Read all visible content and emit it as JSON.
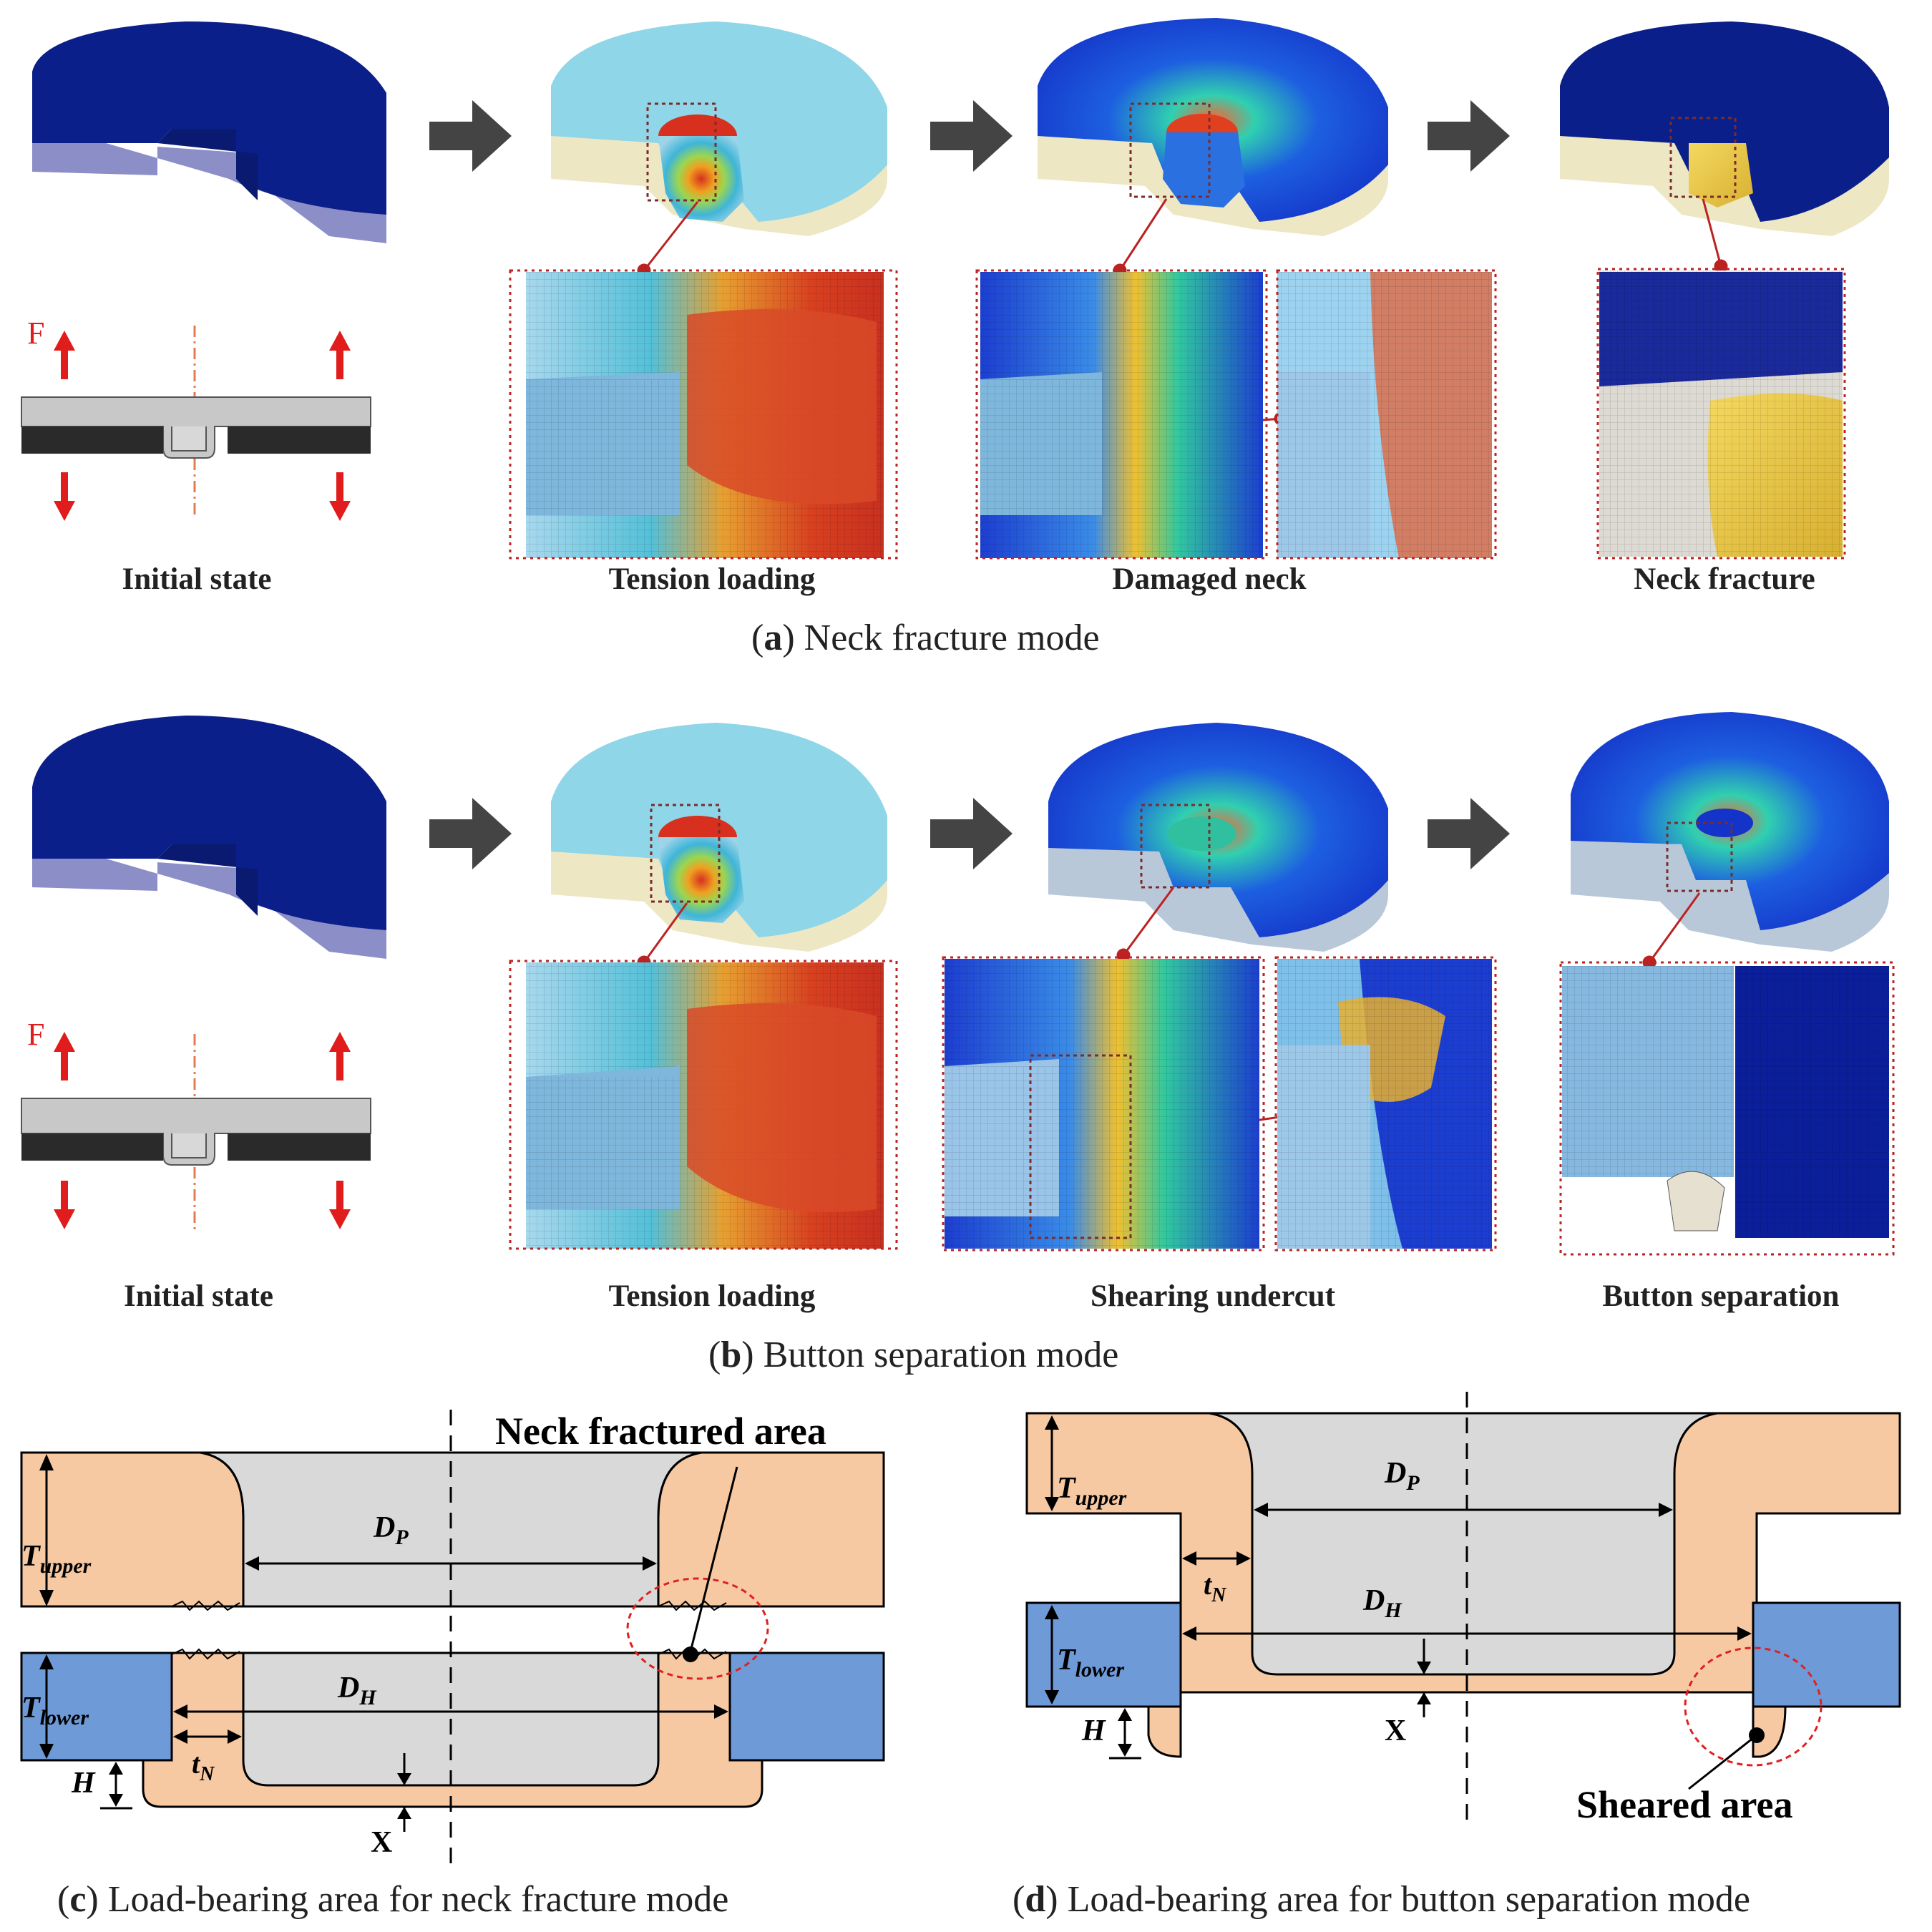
{
  "panel_a": {
    "stages": [
      "Initial state",
      "Tension loading",
      "Damaged neck",
      "Neck fracture"
    ],
    "caption_letter": "a",
    "caption_text": "Neck fracture mode",
    "force_label": "F"
  },
  "panel_b": {
    "stages": [
      "Initial state",
      "Tension loading",
      "Shearing undercut",
      "Button separation"
    ],
    "caption_letter": "b",
    "caption_text": "Button separation mode",
    "force_label": "F"
  },
  "panel_c": {
    "callout": "Neck fractured area",
    "caption_letter": "c",
    "caption_text": "Load-bearing area for neck fracture mode",
    "labels": {
      "t_upper": "T",
      "t_upper_sub": "upper",
      "t_lower": "T",
      "t_lower_sub": "lower",
      "dp": "D",
      "dp_sub": "P",
      "dh": "D",
      "dh_sub": "H",
      "tn": "t",
      "tn_sub": "N",
      "h": "H",
      "x": "X"
    }
  },
  "panel_d": {
    "callout": "Sheared area",
    "caption_letter": "d",
    "caption_text": "Load-bearing area for button separation mode",
    "labels": {
      "t_upper": "T",
      "t_upper_sub": "upper",
      "t_lower": "T",
      "t_lower_sub": "lower",
      "dp": "D",
      "dp_sub": "P",
      "dh": "D",
      "dh_sub": "H",
      "tn": "t",
      "tn_sub": "N",
      "h": "H",
      "x": "X"
    }
  },
  "colors": {
    "deep_blue": "#0b1f8a",
    "upper_sheet": "#f7c9a3",
    "lower_sheet": "#6f9ad8",
    "punch_gray": "#d9d9d9",
    "callout_red": "#e02020",
    "arrow_gray": "#444444"
  }
}
